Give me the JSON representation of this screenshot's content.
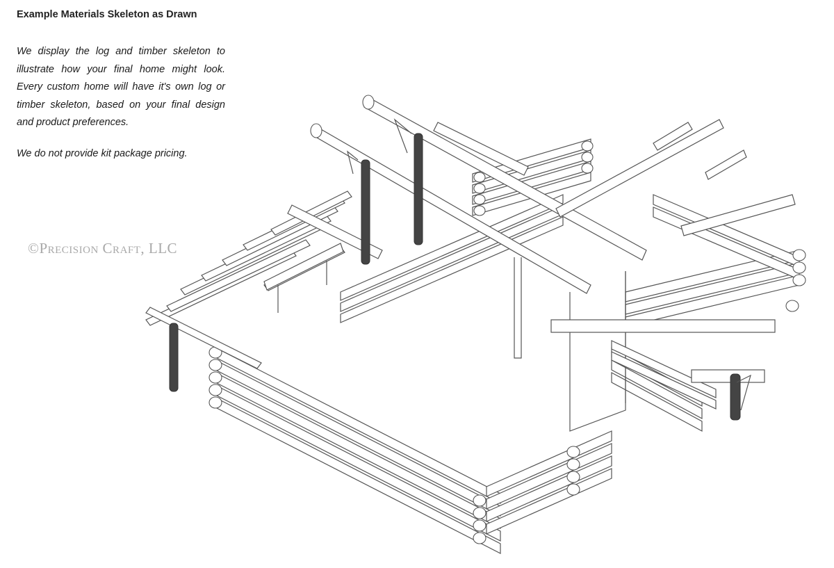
{
  "heading": "Example Materials Skeleton as Drawn",
  "description_lines": [
    "We display the log and timber skeleton to",
    "illustrate how your final home might look.",
    "Every custom home will have it's own log or",
    "timber skeleton, based on your final design",
    "and product preferences."
  ],
  "note": "We do not provide kit package pricing.",
  "watermark": "©Precision Craft, LLC"
}
